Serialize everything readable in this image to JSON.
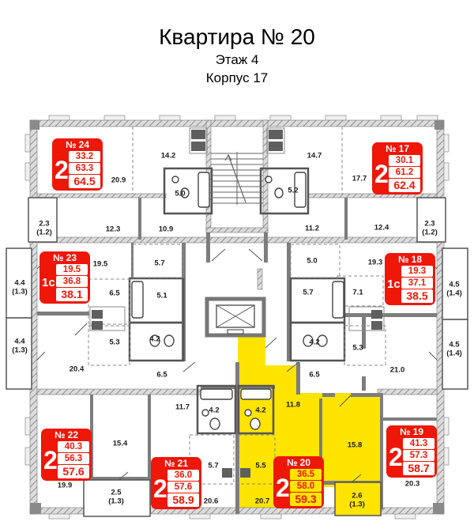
{
  "header": {
    "title": "Квартира № 20",
    "floor": "Этаж 4",
    "building": "Корпус 17"
  },
  "colors": {
    "highlight_yellow": "#ffe400",
    "info_red": "#ee1708"
  },
  "apartments": [
    {
      "number": "№ 24",
      "rooms": "2",
      "area1": "33.2",
      "area2": "63.3",
      "area3": "64.5"
    },
    {
      "number": "№ 17",
      "rooms": "2",
      "area1": "30.1",
      "area2": "61.2",
      "area3": "62.4"
    },
    {
      "number": "№ 23",
      "rooms": "1с",
      "area1": "19.5",
      "area2": "36.8",
      "area3": "38.1"
    },
    {
      "number": "№ 18",
      "rooms": "1с",
      "area1": "19.3",
      "area2": "37.1",
      "area3": "38.5"
    },
    {
      "number": "№ 22",
      "rooms": "2",
      "area1": "40.3",
      "area2": "56.3",
      "area3": "57.6"
    },
    {
      "number": "№ 19",
      "rooms": "2",
      "area1": "41.3",
      "area2": "57.3",
      "area3": "58.7"
    },
    {
      "number": "№ 21",
      "rooms": "2",
      "area1": "36.0",
      "area2": "57.6",
      "area3": "58.9"
    },
    {
      "number": "№ 20",
      "rooms": "2",
      "area1": "36.5",
      "area2": "58.0",
      "area3": "59.3"
    }
  ],
  "room_labels": [
    "20.9",
    "14.2",
    "5.0",
    "5.2",
    "14.7",
    "17.7",
    "2.3\n(1.2)",
    "12.3",
    "10.9",
    "11.2",
    "12.4",
    "2.3\n(1.2)",
    "19.5",
    "5.7",
    "6.5",
    "5.1",
    "4.2",
    "5.3",
    "20.4",
    "6.5",
    "5.0",
    "19.3",
    "5.7",
    "7.1",
    "4.2",
    "5.3",
    "6.5",
    "21.0",
    "4.4\n(1.3)",
    "4.4\n(1.3)",
    "4.5\n(1.4)",
    "4.5\n(1.4)",
    "11.7",
    "4.2",
    "4.2",
    "11.8",
    "15.4",
    "19.9",
    "2.5\n(1.3)",
    "5.7",
    "5.5",
    "20.6",
    "20.7",
    "15.8",
    "20.3",
    "2.6\n(1.3)"
  ]
}
